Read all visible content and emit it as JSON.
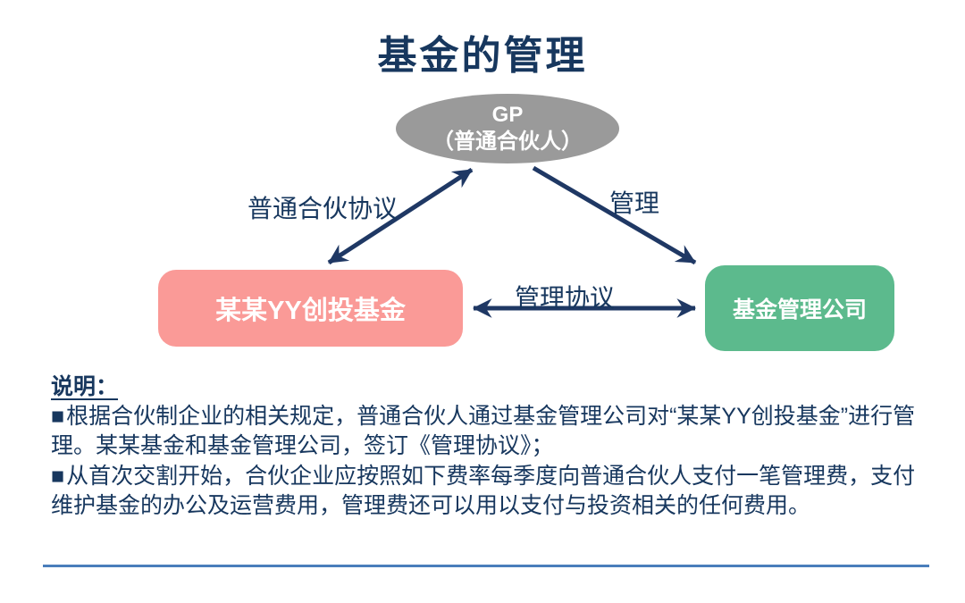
{
  "slide": {
    "title": "基金的管理"
  },
  "diagram": {
    "gp_node": {
      "line1": "GP",
      "line2": "（普通合伙人）"
    },
    "fund_node": {
      "label": "某某YY创投基金"
    },
    "company_node": {
      "label": "基金管理公司"
    },
    "edge_labels": {
      "partnership": "普通合伙协议",
      "manage": "管理",
      "management_agreement": "管理协议"
    },
    "colors": {
      "gp_fill": "#9A9A9A",
      "fund_fill": "#FA9A97",
      "company_fill": "#5CBA8D",
      "arrow": "#1F3864",
      "text": "#17375E"
    }
  },
  "notes": {
    "heading": "说明：",
    "bullet_marker": "■",
    "items": [
      {
        "text": "根据合伙制企业的相关规定，普通合伙人通过基金管理公司对“某某YY创投基金”进行管理。某某基金和基金管理公司，签订《管理协议》；"
      },
      {
        "text": "从首次交割开始，合伙企业应按照如下费率每季度向普通合伙人支付一笔管理费，支付维护基金的办公及运营费用，管理费还可以用以支付与投资相关的任何费用。"
      }
    ]
  },
  "footer": {
    "divider_color": "#4A7EBB"
  }
}
